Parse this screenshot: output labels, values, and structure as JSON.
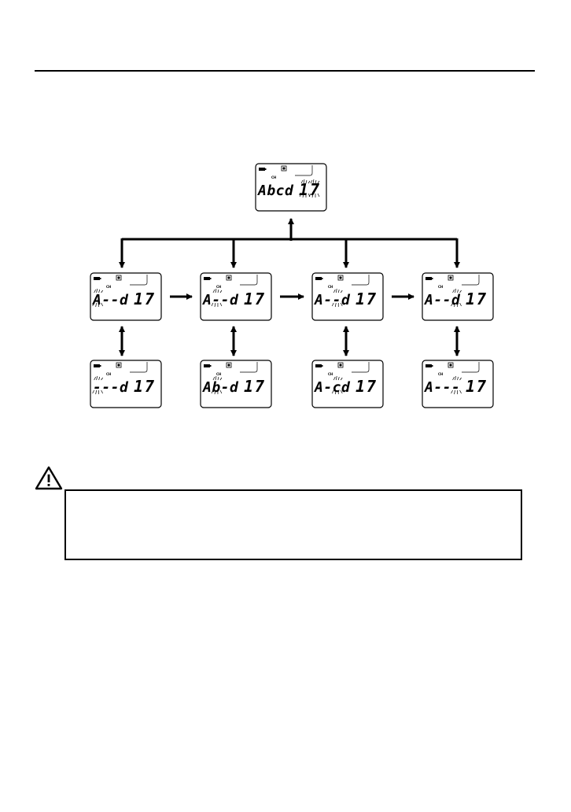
{
  "displays": [
    {
      "id": "top",
      "text": "Abcd",
      "number": "17",
      "channel": "CH",
      "blink": "number"
    },
    {
      "id": "r1c1",
      "text": "A--d",
      "number": "17",
      "channel": "CH",
      "blink": 0
    },
    {
      "id": "r1c2",
      "text": "A--d",
      "number": "17",
      "channel": "CH",
      "blink": 1
    },
    {
      "id": "r1c3",
      "text": "A--d",
      "number": "17",
      "channel": "CH",
      "blink": 2
    },
    {
      "id": "r1c4",
      "text": "A--d",
      "number": "17",
      "channel": "CH",
      "blink": 3
    },
    {
      "id": "r2c1",
      "text": "---d",
      "number": "17",
      "channel": "CH",
      "blink": 0
    },
    {
      "id": "r2c2",
      "text": "Ab-d",
      "number": "17",
      "channel": "CH",
      "blink": 1
    },
    {
      "id": "r2c3",
      "text": "A-cd",
      "number": "17",
      "channel": "CH",
      "blink": 2
    },
    {
      "id": "r2c4",
      "text": "A---",
      "number": "17",
      "channel": "CH",
      "blink": 3
    }
  ],
  "notice": {
    "text": ""
  }
}
